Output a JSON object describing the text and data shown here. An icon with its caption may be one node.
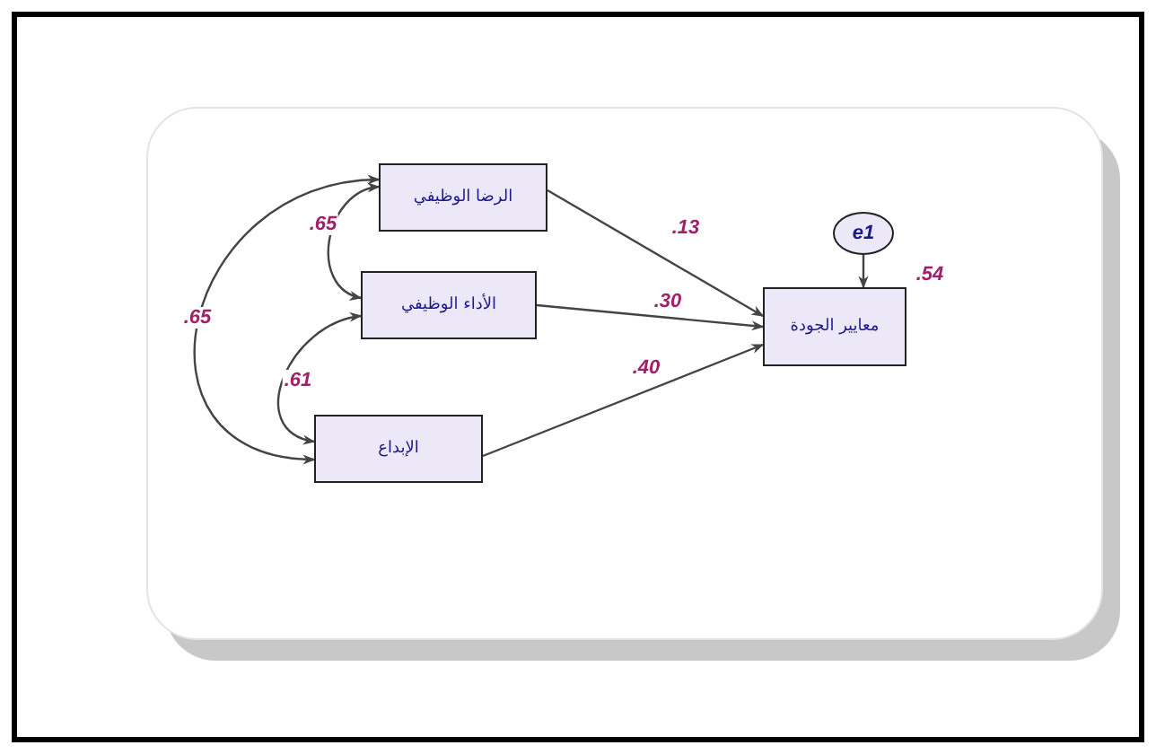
{
  "diagram": {
    "nodes": [
      {
        "text": [
          "الرضا الوظيفي"
        ]
      },
      {
        "text": [
          "الأداء الوظيفي"
        ]
      },
      {
        "text": [
          "الإبداع"
        ]
      },
      {
        "text": [
          "معايير الجودة"
        ],
        "beside": [
          ".54"
        ]
      },
      {
        "text": [
          "e1"
        ]
      }
    ],
    "edges": [
      {
        "from": 0,
        "to": 3,
        "arrow": "to",
        "label": ".13"
      },
      {
        "from": 1,
        "to": 3,
        "arrow": "to",
        "label": ".30"
      },
      {
        "from": 2,
        "to": 3,
        "arrow": "to",
        "label": ".40"
      },
      {
        "from": 4,
        "to": 3,
        "arrow": "to"
      },
      {
        "from": 0,
        "to": 1,
        "arrow": "both",
        "label": ".65"
      },
      {
        "from": 1,
        "to": 2,
        "arrow": "both",
        "label": ".61"
      },
      {
        "from": 0,
        "to": 2,
        "arrow": "both",
        "label": ".65"
      }
    ]
  }
}
